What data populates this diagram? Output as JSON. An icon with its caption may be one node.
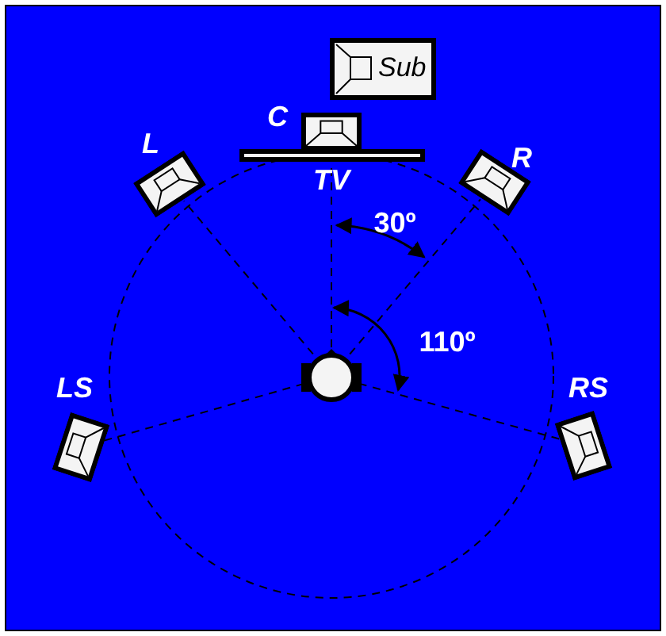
{
  "diagram": {
    "nodes": [
      {
        "text": [
          "Sub"
        ]
      },
      {
        "text": [
          "C"
        ]
      },
      {
        "text": [
          "TV"
        ]
      },
      {
        "text": [
          "L"
        ]
      },
      {
        "text": [
          "R"
        ]
      },
      {
        "text": [],
        "shape": "person"
      },
      {
        "text": [
          "LS"
        ]
      },
      {
        "text": [
          "RS"
        ]
      }
    ],
    "edges": [
      {
        "from": 5,
        "to": 3,
        "arrow": "none"
      },
      {
        "from": 5,
        "to": 2,
        "arrow": "none"
      },
      {
        "from": 5,
        "to": 4,
        "arrow": "none"
      },
      {
        "from": 5,
        "to": 6,
        "arrow": "none"
      },
      {
        "from": 5,
        "to": 7,
        "arrow": "none"
      }
    ],
    "labels": [
      "30º",
      "110º"
    ]
  }
}
